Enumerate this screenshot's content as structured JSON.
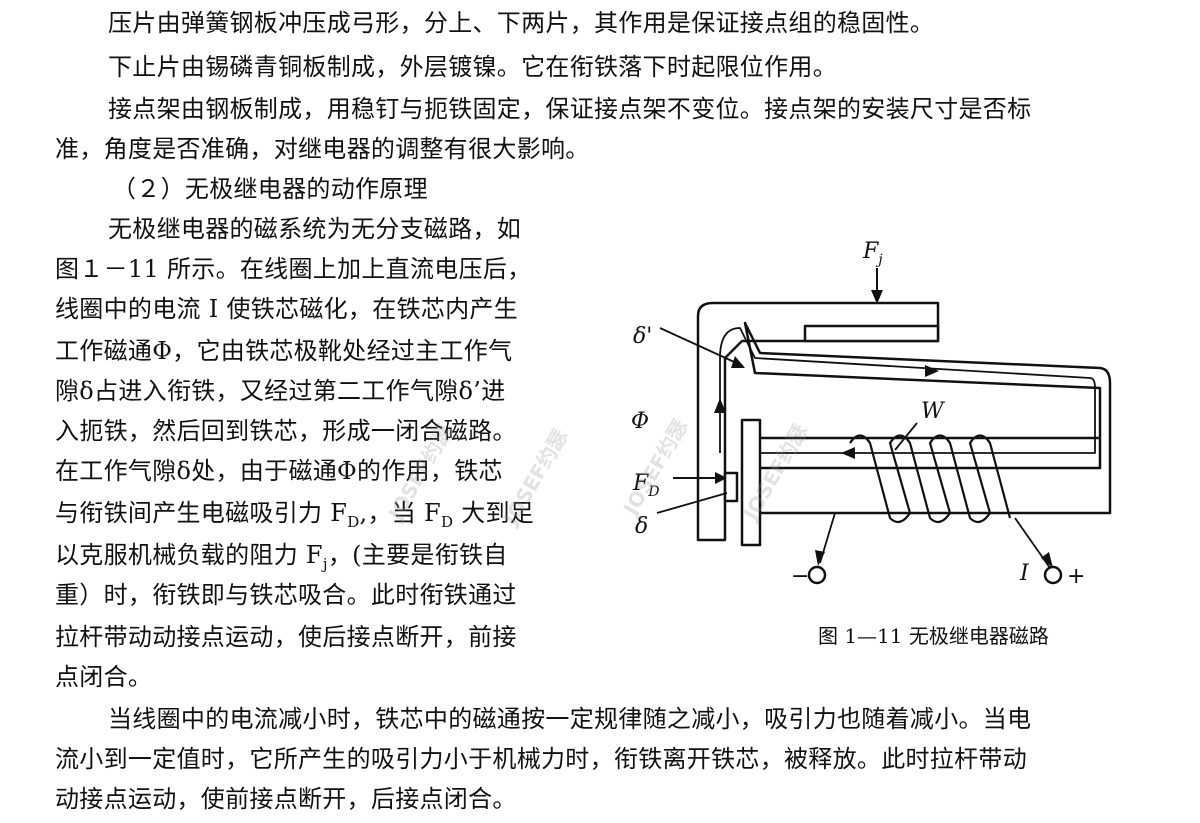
{
  "paragraphs": {
    "p1": "压片由弹簧钢板冲压成弓形，分上、下两片，其作用是保证接点组的稳固性。",
    "p2": "下止片由锡磷青铜板制成，外层镀镍。它在衔铁落下时起限位作用。",
    "p3_l1": "接点架由钢板制成，用稳钉与扼铁固定，保证接点架不变位。接点架的安装尺寸是否标",
    "p3_l2": "准，角度是否准确，对继电器的调整有很大影响。",
    "heading": "（２）无极继电器的动作原理",
    "p4_l1": "无极继电器的磁系统为无分支磁路，如",
    "p4_l2": "图１－11 所示。在线圈上加上直流电压后，",
    "p4_l3": "线圈中的电流 I 使铁芯磁化，在铁芯内产生",
    "p4_l4": "工作磁通Φ，它由铁芯极靴处经过主工作气",
    "p4_l5": "隙δ占进入衔铁，又经过第二工作气隙δ’进",
    "p4_l6": "入扼铁，然后回到铁芯，形成一闭合磁路。",
    "p4_l7": "在工作气隙δ处，由于磁通Φ的作用，铁芯",
    "p4_l8": "与衔铁间产生电磁吸引力 F",
    "p4_l8_sub": "D",
    "p4_l8_mid": ",，当 F",
    "p4_l8_sub2": "D",
    "p4_l8_end": " 大到足",
    "p4_l9": "以克服机械负载的阻力 F",
    "p4_l9_sub": "j",
    "p4_l9_end": "，(主要是衔铁自",
    "p4_l10": "重）时，衔铁即与铁芯吸合。此时衔铁通过",
    "p4_l11": "拉杆带动动接点运动，使后接点断开，前接",
    "p4_l12": "点闭合。",
    "p5_l1": "当线圈中的电流减小时，铁芯中的磁通按一定规律随之减小，吸引力也随着减小。当电",
    "p5_l2": "流小到一定值时，它所产生的吸引力小于机械力时，衔铁离开铁芯，被释放。此时拉杆带动",
    "p5_l3": "动接点运动，使前接点断开，后接点闭合。"
  },
  "figure": {
    "caption": "图 1—11 无极继电器磁路",
    "labels": {
      "fj": "F",
      "fj_sub": "j",
      "delta_prime": "δ'",
      "phi": "Φ",
      "w": "W",
      "fd": "F",
      "fd_sub": "D",
      "delta": "δ",
      "current": "I",
      "minus": "−",
      "plus": "+"
    }
  },
  "watermark": {
    "text": "JOSEF约瑟"
  }
}
